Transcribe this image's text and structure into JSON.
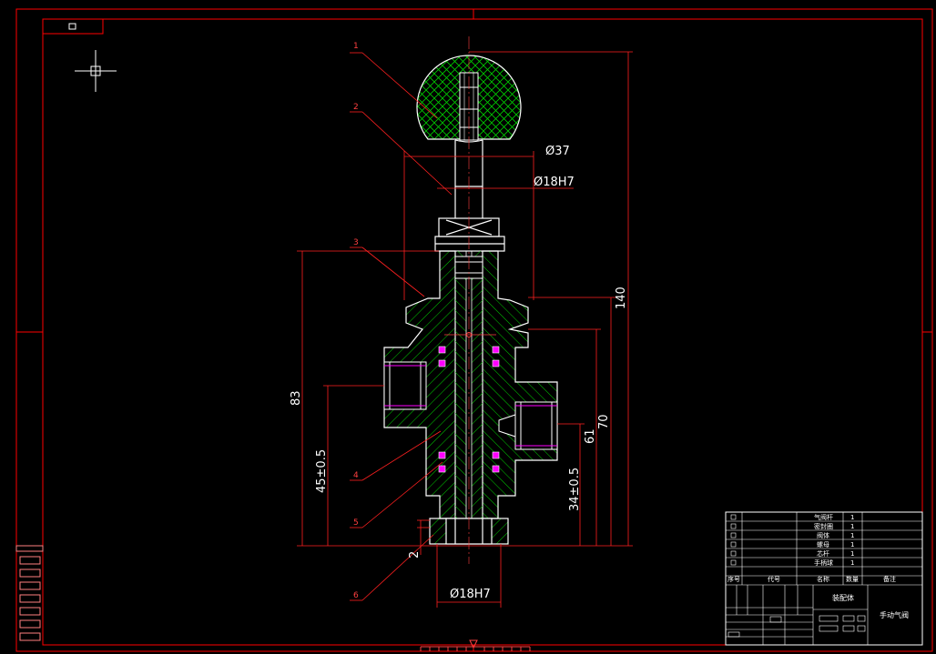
{
  "drawing": {
    "colors": {
      "background": "#000000",
      "border": "#ff0000",
      "outline": "#ffffff",
      "hatch": "#00cc00",
      "seal": "#ff00ff",
      "leader": "#ff2020"
    },
    "dimensions": {
      "d37": "Ø37",
      "d18_top": "Ø18H7",
      "d18_bottom": "Ø18H7",
      "h140": "140",
      "h83": "83",
      "h70": "70",
      "h61": "61",
      "h45": "45±0.5",
      "h34": "34±0.5",
      "h2": "2"
    },
    "part_labels": [
      "1",
      "2",
      "3",
      "4",
      "5",
      "6"
    ]
  },
  "title_block": {
    "bom_rows": [
      {
        "name": "气阀杆",
        "qty": "1"
      },
      {
        "name": "密封圈",
        "qty": "1"
      },
      {
        "name": "阀体",
        "qty": "1"
      },
      {
        "name": "螺母",
        "qty": "1"
      },
      {
        "name": "芯杆",
        "qty": "1"
      },
      {
        "name": "手柄球",
        "qty": "1"
      }
    ],
    "header": {
      "seq": "序号",
      "code": "代号",
      "name": "名称",
      "qty": "数量",
      "remark": "备注"
    },
    "assembly_name": "装配体",
    "drawing_name": "手动气阀"
  }
}
